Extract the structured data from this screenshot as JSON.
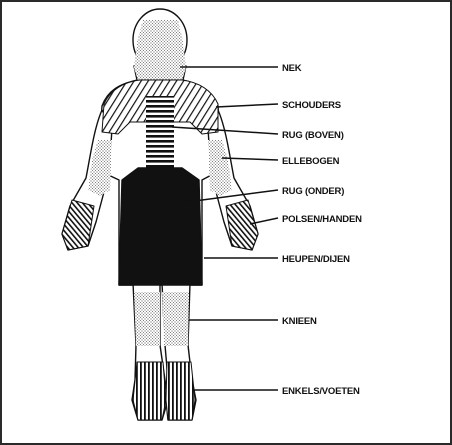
{
  "diagram": {
    "subject": "Menselijk lichaam (achteraanzicht) met gemarkeerde lichaamsdelen",
    "labels": [
      {
        "id": "nek",
        "text": "NEK"
      },
      {
        "id": "schouders",
        "text": "SCHOUDERS"
      },
      {
        "id": "rug-boven",
        "text": "RUG (BOVEN)"
      },
      {
        "id": "ellebogen",
        "text": "ELLEBOGEN"
      },
      {
        "id": "rug-onder",
        "text": "RUG (ONDER)"
      },
      {
        "id": "polsen",
        "text": "POLSEN/HANDEN"
      },
      {
        "id": "heupen",
        "text": "HEUPEN/DIJEN"
      },
      {
        "id": "knieen",
        "text": "KNIEEN"
      },
      {
        "id": "enkels",
        "text": "ENKELS/VOETEN"
      }
    ],
    "colors": {
      "ink": "#111111",
      "paper": "#ffffff",
      "frame": "#2a2a2a"
    }
  }
}
